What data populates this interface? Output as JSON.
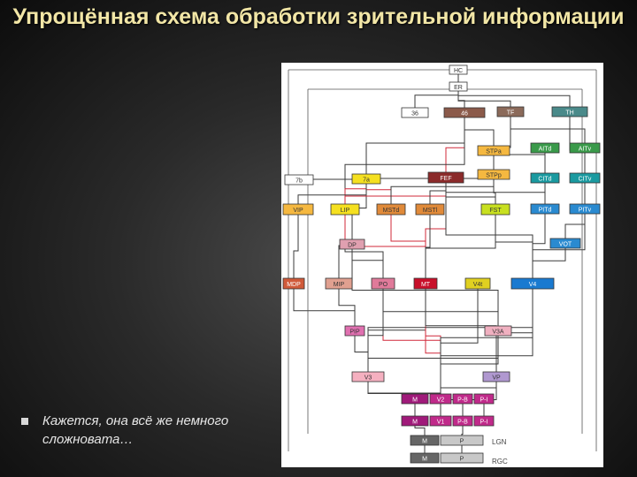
{
  "title": "Упрощённая схема обработки зрительной информации",
  "bullet_text": "Кажется, она всё же немного сложновата…",
  "areas": [
    {
      "id": "HC",
      "label": "HC",
      "color": "#ffffff",
      "text_color": "#333333"
    },
    {
      "id": "ER",
      "label": "ER",
      "color": "#ffffff",
      "text_color": "#333333"
    },
    {
      "id": "36",
      "label": "36",
      "color": "#ffffff",
      "text_color": "#333333"
    },
    {
      "id": "46",
      "label": "46",
      "color": "#8b5a4a",
      "text_color": "#ffffff"
    },
    {
      "id": "TF",
      "label": "TF",
      "color": "#8b6a5a",
      "text_color": "#ffffff"
    },
    {
      "id": "TH",
      "label": "TH",
      "color": "#4a8a8a",
      "text_color": "#ffffff"
    },
    {
      "id": "STPa",
      "label": "STPa",
      "color": "#f5b840",
      "text_color": "#333333"
    },
    {
      "id": "AITd",
      "label": "AITd",
      "color": "#3a9a4a",
      "text_color": "#ffffff"
    },
    {
      "id": "AITv",
      "label": "AITv",
      "color": "#3a9a4a",
      "text_color": "#ffffff"
    },
    {
      "id": "7b",
      "label": "7b",
      "color": "#ffffff",
      "text_color": "#333333"
    },
    {
      "id": "7a",
      "label": "7a",
      "color": "#f5e020",
      "text_color": "#333333"
    },
    {
      "id": "FEF",
      "label": "FEF",
      "color": "#8b2a2a",
      "text_color": "#ffffff"
    },
    {
      "id": "STPp",
      "label": "STPp",
      "color": "#f5b840",
      "text_color": "#333333"
    },
    {
      "id": "CITd",
      "label": "CITd",
      "color": "#1a9aa0",
      "text_color": "#ffffff"
    },
    {
      "id": "CITv",
      "label": "CITv",
      "color": "#1a9aa0",
      "text_color": "#ffffff"
    },
    {
      "id": "VIP",
      "label": "VIP",
      "color": "#f5b840",
      "text_color": "#333333"
    },
    {
      "id": "LIP",
      "label": "LIP",
      "color": "#f5e020",
      "text_color": "#333333"
    },
    {
      "id": "MSTd",
      "label": "MSTd",
      "color": "#e08a3a",
      "text_color": "#333333"
    },
    {
      "id": "MSTl",
      "label": "MSTl",
      "color": "#e08a3a",
      "text_color": "#333333"
    },
    {
      "id": "FST",
      "label": "FST",
      "color": "#c8e020",
      "text_color": "#333333"
    },
    {
      "id": "PITd",
      "label": "PITd",
      "color": "#2a8ad0",
      "text_color": "#ffffff"
    },
    {
      "id": "PITv",
      "label": "PITv",
      "color": "#2a8ad0",
      "text_color": "#ffffff"
    },
    {
      "id": "DP",
      "label": "DP",
      "color": "#e0a0b0",
      "text_color": "#333333"
    },
    {
      "id": "VOT",
      "label": "VOT",
      "color": "#2a8ad0",
      "text_color": "#ffffff"
    },
    {
      "id": "MDP",
      "label": "MDP",
      "color": "#d05a3a",
      "text_color": "#ffffff"
    },
    {
      "id": "MIP",
      "label": "MIP",
      "color": "#e0a090",
      "text_color": "#333333"
    },
    {
      "id": "PO",
      "label": "PO",
      "color": "#e07a9a",
      "text_color": "#333333"
    },
    {
      "id": "MT",
      "label": "MT",
      "color": "#c8102a",
      "text_color": "#ffffff"
    },
    {
      "id": "V4t",
      "label": "V4t",
      "color": "#e0d020",
      "text_color": "#333333"
    },
    {
      "id": "V4",
      "label": "V4",
      "color": "#1a7ad0",
      "text_color": "#ffffff"
    },
    {
      "id": "PIP",
      "label": "PIP",
      "color": "#e070b0",
      "text_color": "#333333"
    },
    {
      "id": "V3A",
      "label": "V3A",
      "color": "#f0b0c0",
      "text_color": "#333333"
    },
    {
      "id": "V3",
      "label": "V3",
      "color": "#f5b0c0",
      "text_color": "#333333"
    },
    {
      "id": "VP",
      "label": "VP",
      "color": "#b098d0",
      "text_color": "#333333"
    },
    {
      "id": "M2",
      "label": "M",
      "color": "#a01a7a",
      "text_color": "#ffffff"
    },
    {
      "id": "V2",
      "label": "V2",
      "color": "#c02a8a",
      "text_color": "#ffffff"
    },
    {
      "id": "PB2",
      "label": "P-B",
      "color": "#c02a8a",
      "text_color": "#ffffff"
    },
    {
      "id": "PI2",
      "label": "P-I",
      "color": "#c02a8a",
      "text_color": "#ffffff"
    },
    {
      "id": "M1",
      "label": "M",
      "color": "#a01a7a",
      "text_color": "#ffffff"
    },
    {
      "id": "V1",
      "label": "V1",
      "color": "#c02a8a",
      "text_color": "#ffffff"
    },
    {
      "id": "PB1",
      "label": "P-B",
      "color": "#c02a8a",
      "text_color": "#ffffff"
    },
    {
      "id": "PI1",
      "label": "P-I",
      "color": "#c02a8a",
      "text_color": "#ffffff"
    },
    {
      "id": "ML",
      "label": "M",
      "color": "#666666",
      "text_color": "#ffffff"
    },
    {
      "id": "PL",
      "label": "P",
      "color": "#c8c8c8",
      "text_color": "#333333"
    },
    {
      "id": "MR",
      "label": "M",
      "color": "#666666",
      "text_color": "#ffffff"
    },
    {
      "id": "PR",
      "label": "P",
      "color": "#c8c8c8",
      "text_color": "#333333"
    }
  ],
  "side_labels": {
    "lgn": "LGN",
    "rgc": "RGC"
  }
}
